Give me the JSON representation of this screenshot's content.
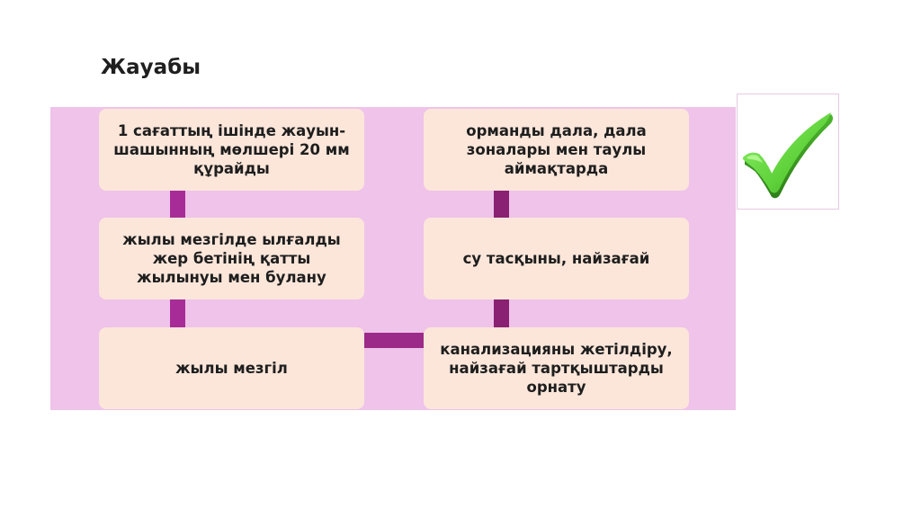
{
  "slide": {
    "title": "Жауабы",
    "colors": {
      "panel_bg": "#efc3ea",
      "box_bg": "#fce6da",
      "connector_left": "#a82c98",
      "connector_right": "#8a2172",
      "connector_horizontal": "#9c2a88",
      "check_green": "#6fd94a"
    },
    "left_column": [
      {
        "text": "1 сағаттың ішінде жауын-шашынның мөлшері 20 мм құрайды"
      },
      {
        "text": "жылы мезгілде ылғалды жер бетінің қатты жылынуы мен булану"
      },
      {
        "text": "жылы мезгіл"
      }
    ],
    "right_column": [
      {
        "text": "орманды дала, дала зоналары мен таулы аймақтарда"
      },
      {
        "text": "су тасқыны, найзағай"
      },
      {
        "text": "канализацияны жетілдіру, найзағай тартқыштарды орнату"
      }
    ],
    "check_icon": "checkmark-icon"
  }
}
